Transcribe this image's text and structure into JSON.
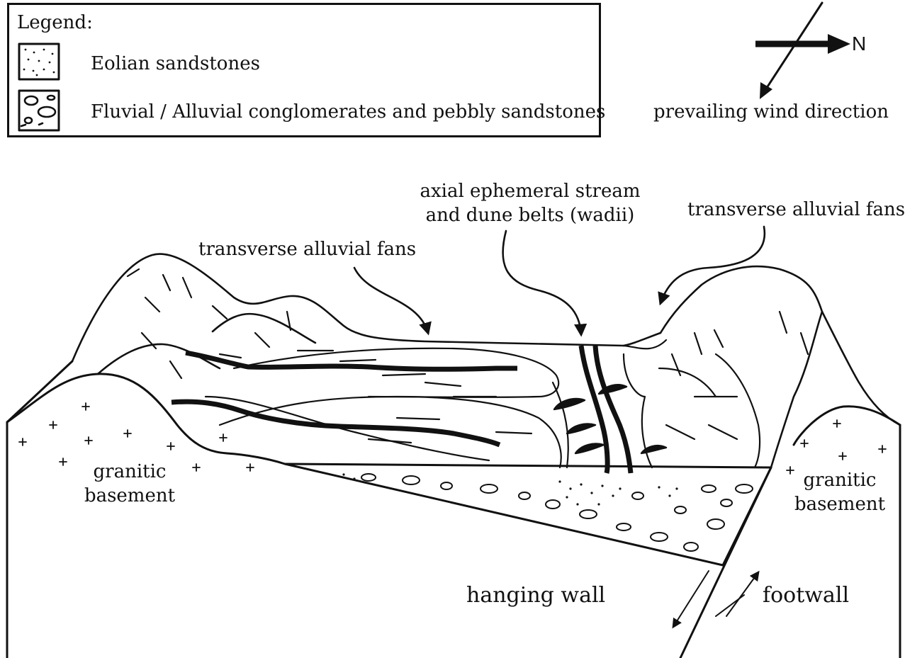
{
  "legend": {
    "title": "Legend:",
    "items": [
      {
        "label": "Eolian sandstones",
        "pattern": "stippled"
      },
      {
        "label": "Fluvial / Alluvial conglomerates and pebbly sandstones",
        "pattern": "pebbles"
      }
    ]
  },
  "compass": {
    "north_label": "N",
    "wind_label": "prevailing wind direction"
  },
  "labels": {
    "transverse_fans_left": "transverse alluvial fans",
    "axial_line1": "axial ephemeral stream",
    "axial_line2": "and dune belts (wadii)",
    "transverse_fans_right": "transverse alluvial fans",
    "granitic_left_1": "granitic",
    "granitic_left_2": "basement",
    "granitic_right_1": "granitic",
    "granitic_right_2": "basement",
    "hanging_wall": "hanging wall",
    "footwall": "footwall"
  },
  "colors": {
    "ink": "#111111",
    "background": "#ffffff"
  }
}
